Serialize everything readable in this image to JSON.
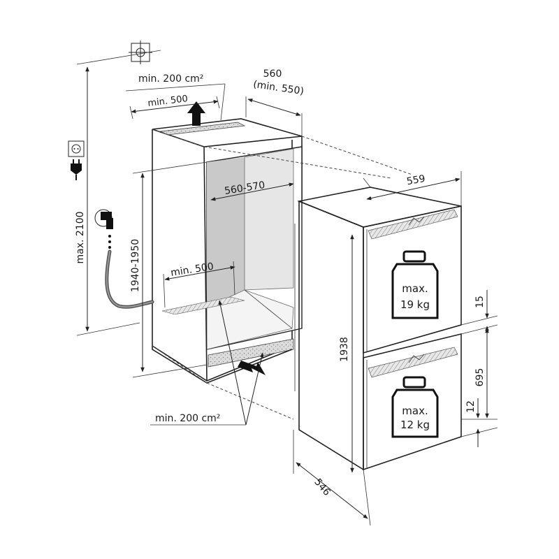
{
  "dimensions": {
    "vent_top_area": "min. 200 cm²",
    "vent_top_width": "min. 500",
    "niche_width": "560",
    "niche_width_min": "(min. 550)",
    "niche_inner_width": "560-570",
    "niche_height": "1940-1950",
    "max_height": "max. 2100",
    "niche_depth": "min. 500",
    "vent_bottom_area": "min. 200 cm²",
    "appliance_width": "559",
    "appliance_height": "1938",
    "appliance_depth": "546",
    "gap_top": "15",
    "door_height": "695",
    "gap_bottom": "12"
  },
  "weights": {
    "upper_line1": "max.",
    "upper_line2": "19 kg",
    "lower_line1": "max.",
    "lower_line2": "12 kg"
  },
  "icons": [
    "ventilation-icon",
    "power-socket-icon",
    "plug-icon",
    "water-tap-icon"
  ]
}
